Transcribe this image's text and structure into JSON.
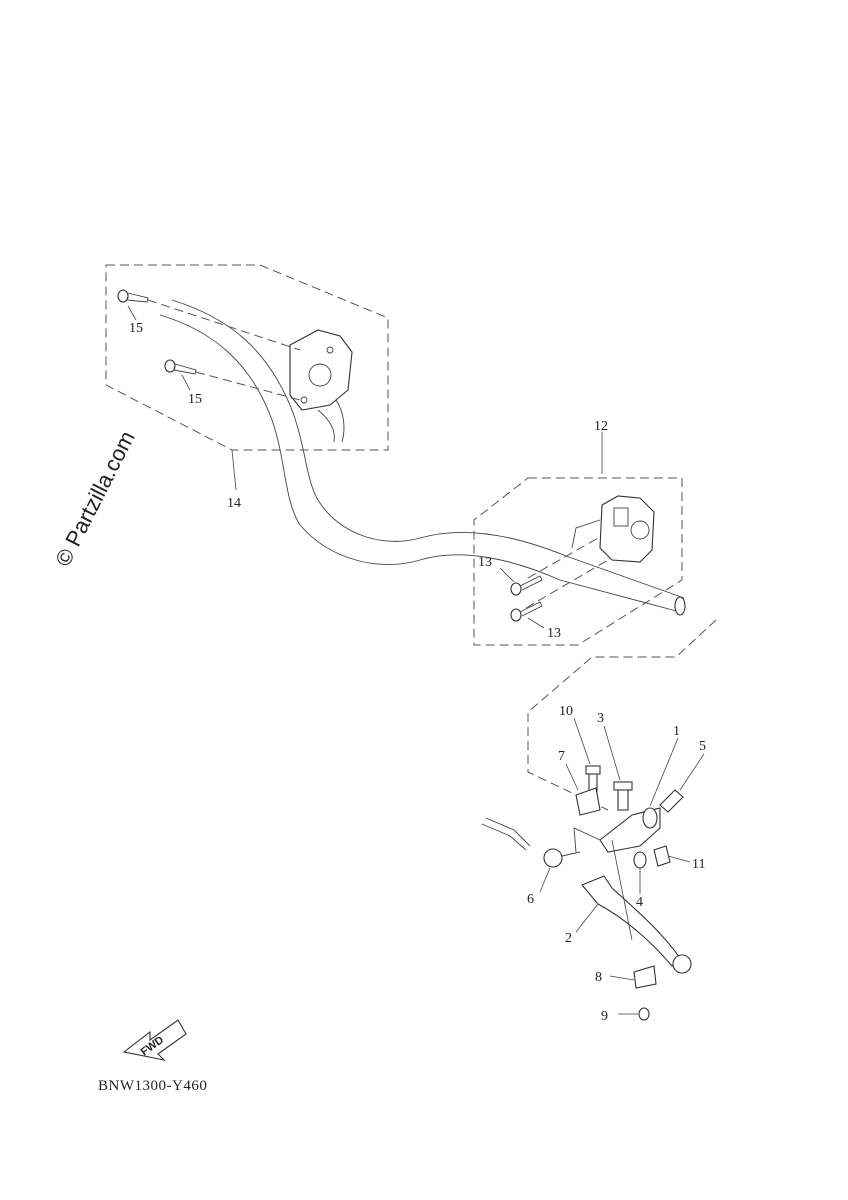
{
  "watermark": "© Partzilla.com",
  "diagram_code": "BNW1300-Y460",
  "fwd_label": "FWD",
  "callouts": {
    "c1": "1",
    "c2": "2",
    "c3": "3",
    "c4": "4",
    "c5": "5",
    "c6": "6",
    "c7": "7",
    "c8": "8",
    "c9": "9",
    "c10": "10",
    "c11": "11",
    "c12": "12",
    "c13a": "13",
    "c13b": "13",
    "c14": "14",
    "c15a": "15",
    "c15b": "15"
  }
}
